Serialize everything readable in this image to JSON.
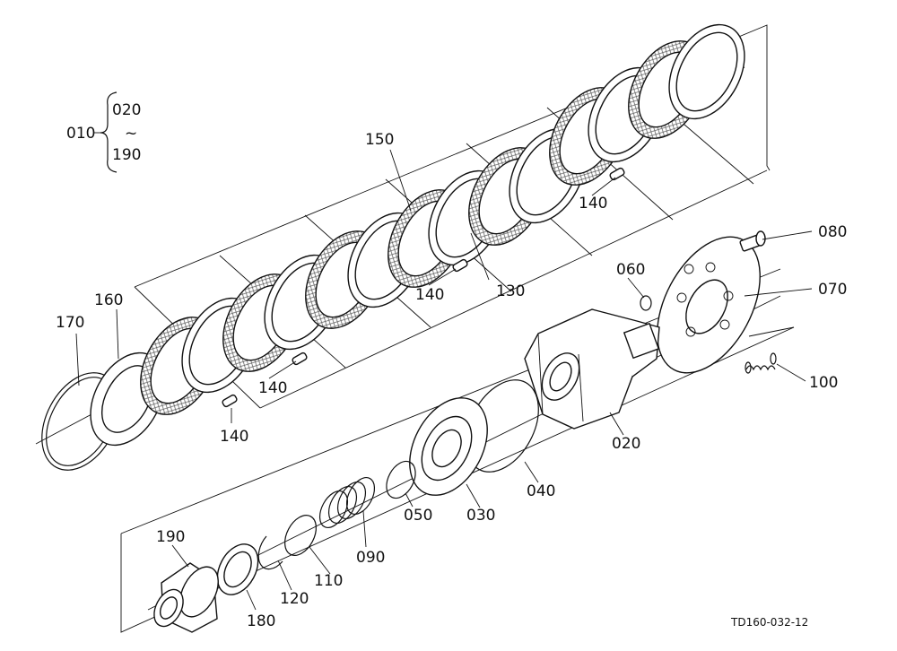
{
  "assembly": {
    "parent": "010",
    "range_start": "020",
    "range_sep": "~",
    "range_end": "190"
  },
  "callouts": [
    {
      "id": "020",
      "label": "020"
    },
    {
      "id": "030",
      "label": "030"
    },
    {
      "id": "040",
      "label": "040"
    },
    {
      "id": "050",
      "label": "050"
    },
    {
      "id": "060",
      "label": "060"
    },
    {
      "id": "070",
      "label": "070"
    },
    {
      "id": "080",
      "label": "080"
    },
    {
      "id": "090",
      "label": "090"
    },
    {
      "id": "100",
      "label": "100"
    },
    {
      "id": "110",
      "label": "110"
    },
    {
      "id": "120",
      "label": "120"
    },
    {
      "id": "130",
      "label": "130"
    },
    {
      "id": "140a",
      "label": "140"
    },
    {
      "id": "140b",
      "label": "140"
    },
    {
      "id": "140c",
      "label": "140"
    },
    {
      "id": "140d",
      "label": "140"
    },
    {
      "id": "150",
      "label": "150"
    },
    {
      "id": "160",
      "label": "160"
    },
    {
      "id": "170",
      "label": "170"
    },
    {
      "id": "180",
      "label": "180"
    },
    {
      "id": "190",
      "label": "190"
    }
  ],
  "drawing_code": "TD160-032-12"
}
